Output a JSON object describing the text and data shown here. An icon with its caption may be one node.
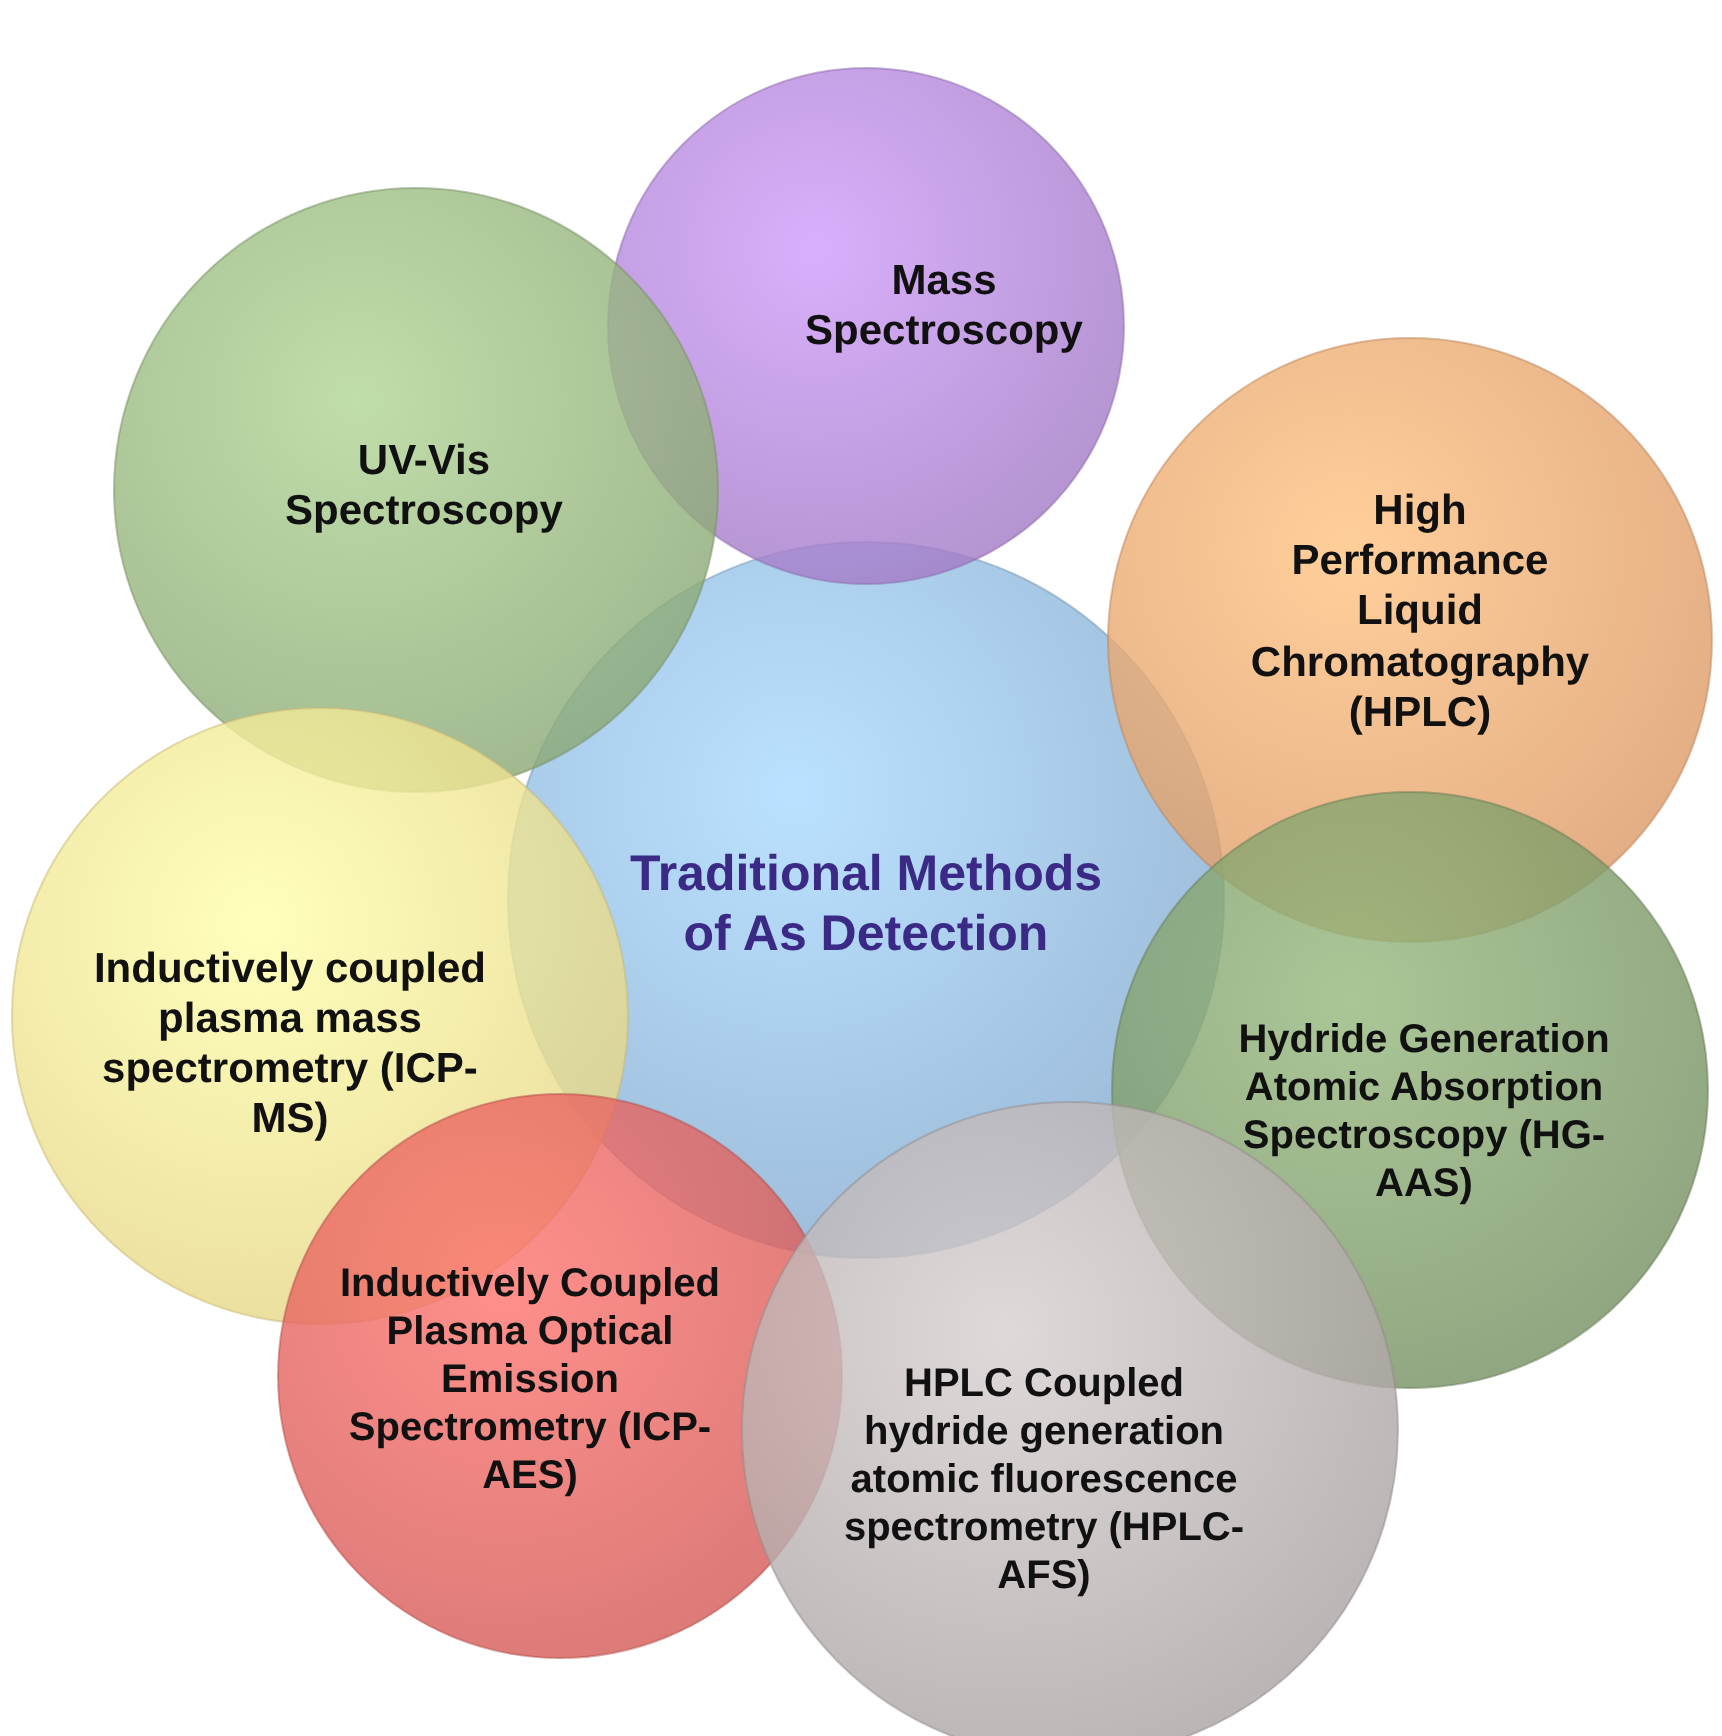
{
  "diagram": {
    "nodes": [
      {
        "text": [
          "Traditional Methods of As Detection"
        ]
      },
      {
        "text": [
          "Mass Spectroscopy"
        ]
      },
      {
        "text": [
          "UV-Vis Spectroscopy"
        ]
      },
      {
        "text": [
          "High Performance Liquid Chromatography (HPLC)"
        ]
      },
      {
        "text": [
          "Inductively coupled plasma mass spectrometry (ICP-MS)"
        ]
      },
      {
        "text": [
          "Hydride Generation Atomic Absorption Spectroscopy (HG-AAS)"
        ]
      },
      {
        "text": [
          "Inductively Coupled Plasma Optical Emission Spectrometry (ICP-AES)"
        ]
      },
      {
        "text": [
          "HPLC Coupled hydride generation atomic fluorescence spectrometry (HPLC-AFS)"
        ]
      }
    ]
  }
}
